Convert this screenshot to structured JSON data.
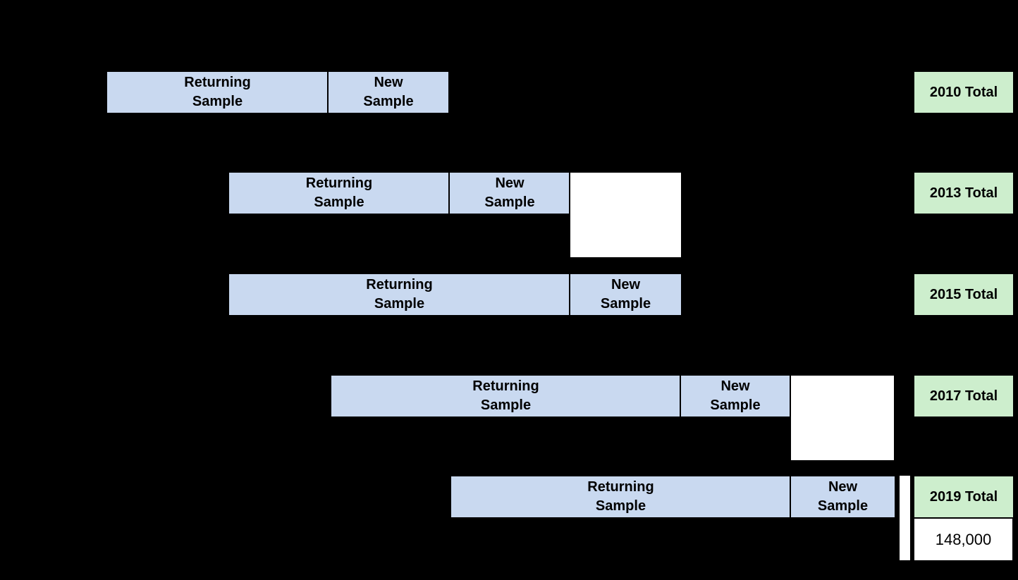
{
  "diagram": {
    "type": "sample-cohort-timeline",
    "background_color": "#000000",
    "colors": {
      "sample_bar_fill": "#c9d9f0",
      "total_box_fill": "#cdeecd",
      "extension_box_fill": "#ffffff",
      "border": "#000000",
      "text": "#000000"
    },
    "segment_labels": {
      "returning_line1": "Returning",
      "returning_line2": "Sample",
      "new_line1": "New",
      "new_line2": "Sample"
    },
    "rows": [
      {
        "year": "2010",
        "total_label": "2010 Total",
        "segments": [
          "Returning Sample",
          "New Sample"
        ],
        "has_white_extension_box": false
      },
      {
        "year": "2013",
        "total_label": "2013 Total",
        "segments": [
          "Returning Sample",
          "New Sample"
        ],
        "has_white_extension_box": true
      },
      {
        "year": "2015",
        "total_label": "2015 Total",
        "segments": [
          "Returning Sample",
          "New Sample"
        ],
        "has_white_extension_box": false
      },
      {
        "year": "2017",
        "total_label": "2017 Total",
        "segments": [
          "Returning Sample",
          "New Sample"
        ],
        "has_white_extension_box": true
      },
      {
        "year": "2019",
        "total_label": "2019 Total",
        "segments": [
          "Returning Sample",
          "New Sample"
        ],
        "has_white_extension_box": true
      }
    ],
    "grand_total": {
      "year": "2019",
      "value": "148,000"
    }
  }
}
